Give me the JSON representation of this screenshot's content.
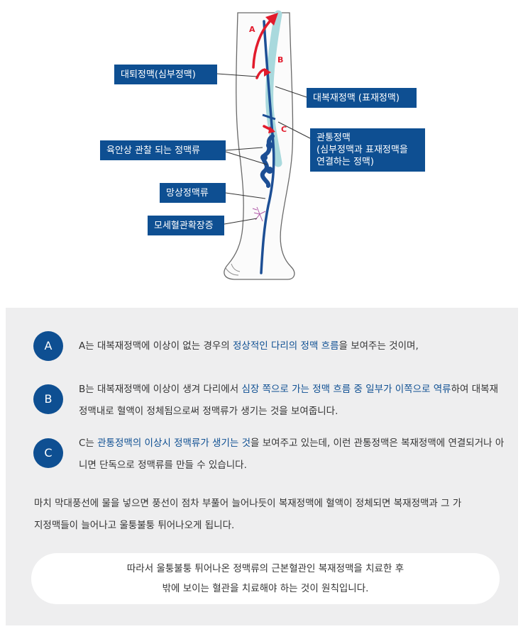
{
  "diagram": {
    "markers": {
      "a": "A",
      "b": "B",
      "c": "C"
    },
    "labels": {
      "deep_vein": "대퇴정맥(심부정맥)",
      "great_saphenous": "대복재정맥 (표재정맥)",
      "visible_varicose": "육안상 관찰 되는 정맥류",
      "perforator_line1": "관통정맥",
      "perforator_line2": "(심부정맥과 표재정맥을",
      "perforator_line3": "연결하는 정맥)",
      "reticular": "망상정맥류",
      "telangiectasia": "모세혈관확장증"
    },
    "colors": {
      "label_bg": "#0e4f92",
      "vein": "#1d4f95",
      "arrow": "#e21b2c",
      "spider": "#b05aa8",
      "deep_vein": "#a9d9dd"
    }
  },
  "items": [
    {
      "badge": "A",
      "text_pre": "A는 대복재정맥에 이상이 없는 경우의 ",
      "highlight": "정상적인 다리의 정맥 흐름",
      "text_post": "을 보여주는 것이며,"
    },
    {
      "badge": "B",
      "text_pre": "B는 대복재정맥에 이상이 생겨 다리에서 ",
      "highlight": "심장 쪽으로 가는 정맥 흐름 중 일부가 이쪽으로 역류",
      "text_post": "하여 대복재정맥내로 혈액이 정체됨으로써 정맥류가 생기는 것을 보여줍니다."
    },
    {
      "badge": "C",
      "text_pre": "C는 ",
      "highlight": "관통정맥의 이상시 정맥류가 생기는 것",
      "text_post": "을 보여주고 있는데, 이런 관통정맥은 복재정맥에 연결되거나 아니면 단독으로 정맥류를 만들 수 있습니다."
    }
  ],
  "summary": "마치 막대풍선에 물을 넣으면 풍선이 점차 부풀어 늘어나듯이 복재정맥에 혈액이 정체되면 복재정맥과 그 가지정맥들이 늘어나고 울퉁불퉁 튀어나오게 됩니다.",
  "note": {
    "line1": "따라서  울퉁불퉁 튀어나온 정맥류의 근본혈관인 복재정맥을 치료한 후",
    "line2": "밖에 보이는 혈관을 치료해야 하는 것이 원칙입니다."
  }
}
